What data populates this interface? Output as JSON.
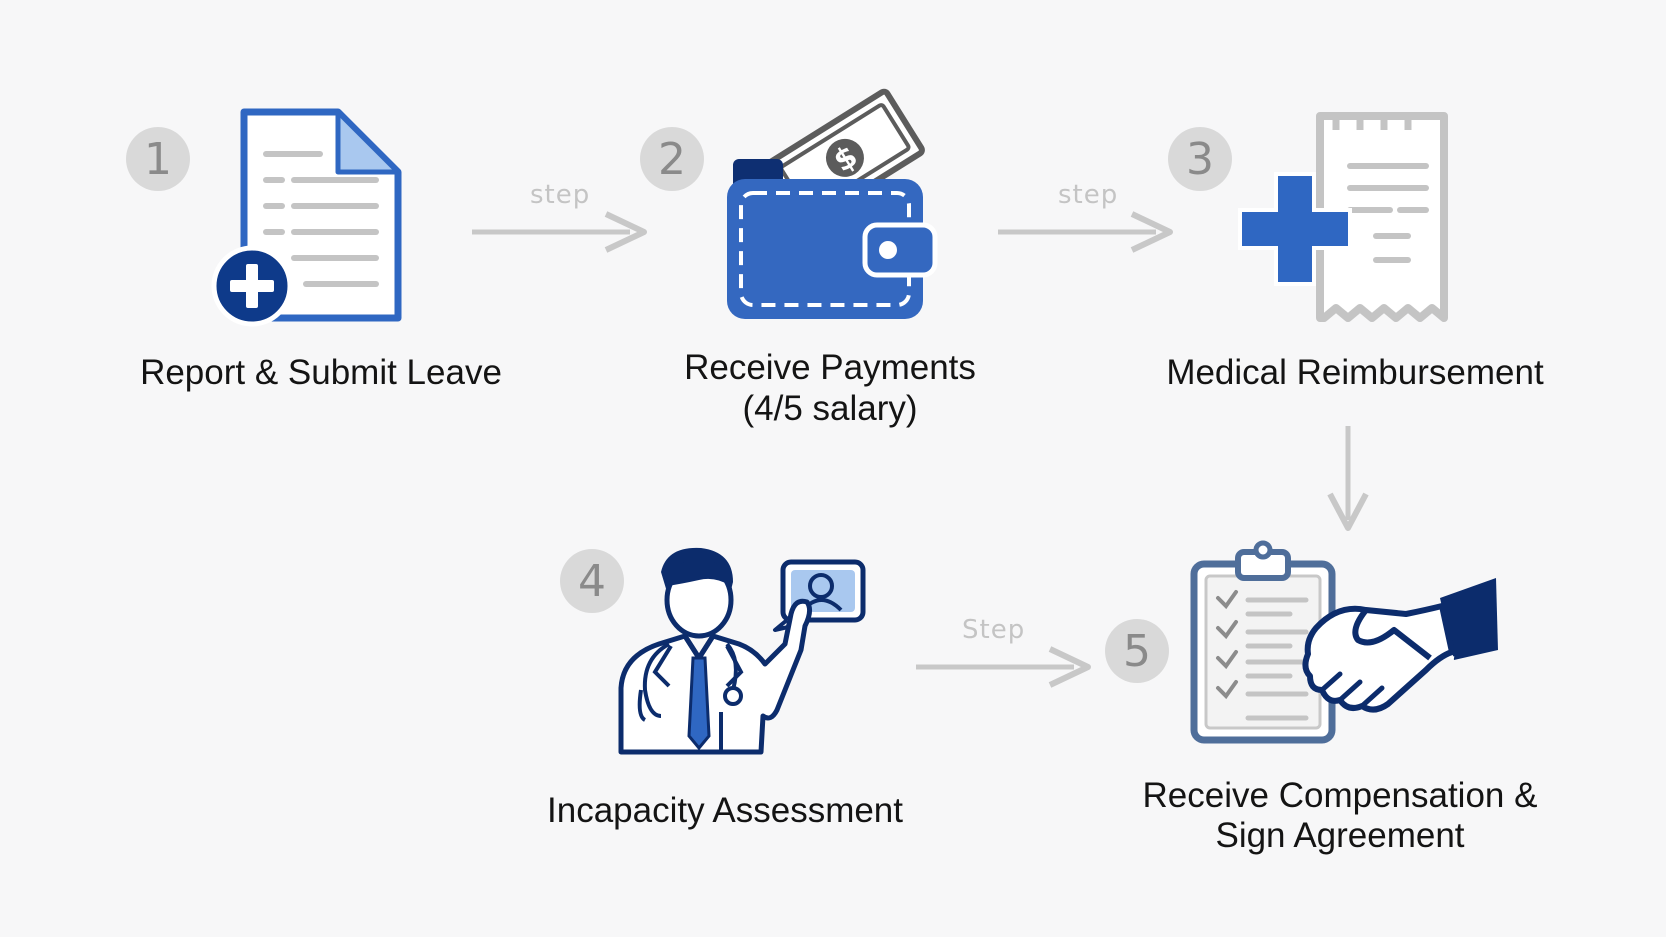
{
  "steps": [
    {
      "number": "1",
      "label": "Report & Submit Leave",
      "icon": "document-plus-icon"
    },
    {
      "number": "2",
      "label": "Receive Payments",
      "sublabel": "(4/5 salary)",
      "icon": "wallet-money-icon"
    },
    {
      "number": "3",
      "label": "Medical Reimbursement",
      "icon": "medical-receipt-icon"
    },
    {
      "number": "4",
      "label": "Incapacity Assessment",
      "icon": "doctor-icon"
    },
    {
      "number": "5",
      "label": "Receive Compensation &",
      "sublabel": "Sign Agreement",
      "icon": "clipboard-handshake-icon"
    }
  ],
  "connectors": [
    {
      "from": "1",
      "to": "2",
      "label": "step"
    },
    {
      "from": "2",
      "to": "3",
      "label": "step"
    },
    {
      "from": "3",
      "to": "5",
      "label": ""
    },
    {
      "from": "4",
      "to": "5",
      "label": "Step"
    }
  ],
  "colors": {
    "primary_blue": "#2f67c2",
    "navy": "#0c2c6c",
    "gray": "#c8c8c8",
    "badge": "#d9d9d9",
    "background": "#f7f7f8"
  }
}
